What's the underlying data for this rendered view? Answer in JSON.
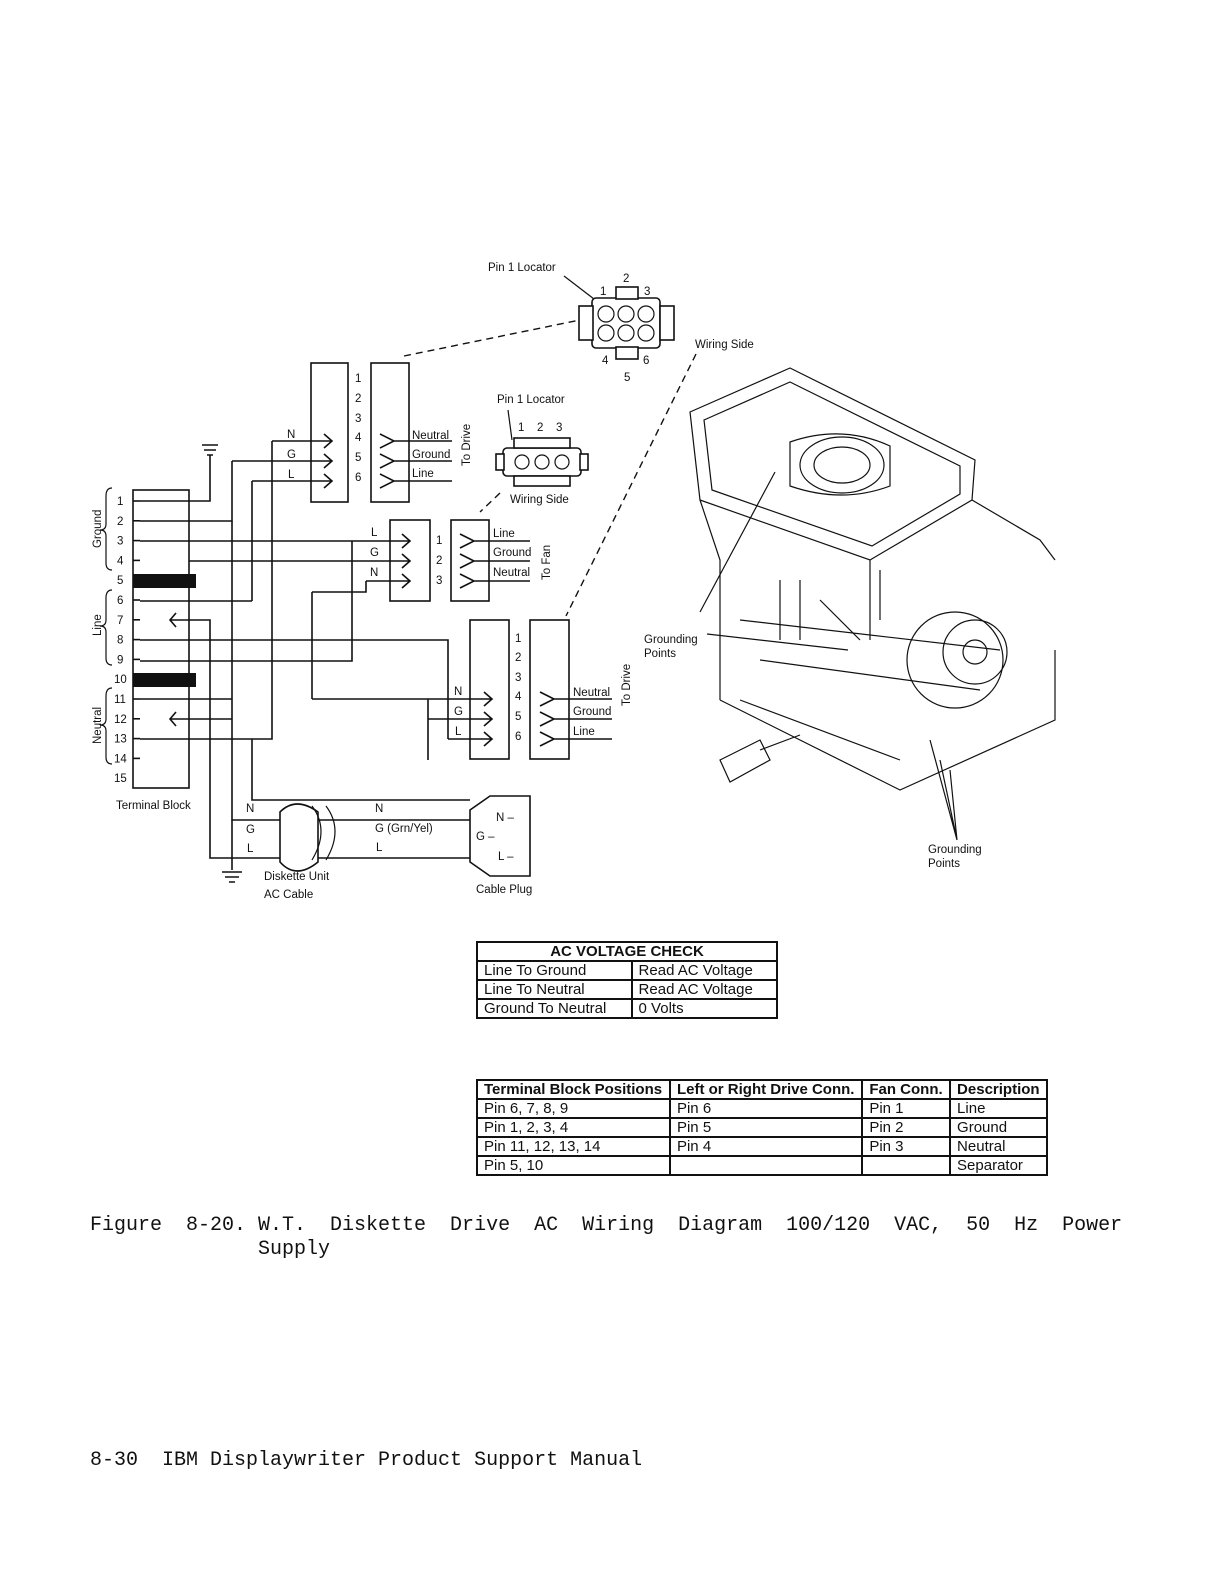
{
  "diagram": {
    "top_connector": {
      "locator": "Pin 1 Locator",
      "wiring_side": "Wiring Side",
      "pins": [
        "1",
        "2",
        "3",
        "4",
        "5",
        "6"
      ]
    },
    "fan_connector": {
      "locator": "Pin 1 Locator",
      "wiring_side": "Wiring Side",
      "pins": [
        "1",
        "2",
        "3"
      ]
    },
    "drive_conn_top": {
      "pins": [
        "1",
        "2",
        "3",
        "4",
        "5",
        "6"
      ],
      "inputs": [
        "N",
        "G",
        "L"
      ],
      "outputs": [
        "Neutral",
        "Ground",
        "Line"
      ],
      "to": "To Drive"
    },
    "fan_conn": {
      "pins": [
        "1",
        "2",
        "3"
      ],
      "inputs": [
        "L",
        "G",
        "N"
      ],
      "outputs": [
        "Line",
        "Ground",
        "Neutral"
      ],
      "to": "To Fan"
    },
    "drive_conn_bottom": {
      "pins": [
        "1",
        "2",
        "3",
        "4",
        "5",
        "6"
      ],
      "inputs": [
        "N",
        "G",
        "L"
      ],
      "outputs": [
        "Neutral",
        "Ground",
        "Line"
      ],
      "to": "To Drive"
    },
    "terminal_block": {
      "title": "Terminal Block",
      "positions": [
        "1",
        "2",
        "3",
        "4",
        "5",
        "6",
        "7",
        "8",
        "9",
        "10",
        "11",
        "12",
        "13",
        "14",
        "15"
      ],
      "groups": [
        "Ground",
        "Line",
        "Neutral"
      ]
    },
    "cable": {
      "left_labels": [
        "N",
        "G",
        "L"
      ],
      "right_labels": [
        "N",
        "G  (Grn/Yel)",
        "L"
      ],
      "name_line1": "Diskette Unit",
      "name_line2": "AC Cable",
      "plug_pins": [
        "N –",
        "G –",
        "L –"
      ],
      "plug_name": "Cable Plug"
    },
    "drawing": {
      "grounding_points_upper": [
        "Grounding",
        "Points"
      ],
      "grounding_points_lower": [
        "Grounding",
        "Points"
      ]
    }
  },
  "ac_voltage_check": {
    "title": "AC VOLTAGE CHECK",
    "rows": [
      [
        "Line To Ground",
        "Read AC Voltage"
      ],
      [
        "Line To Neutral",
        "Read AC Voltage"
      ],
      [
        "Ground To Neutral",
        "0 Volts"
      ]
    ]
  },
  "positions_table": {
    "headers": [
      "Terminal Block Positions",
      "Left or Right Drive Conn.",
      "Fan Conn.",
      "Description"
    ],
    "rows": [
      [
        "Pin 6, 7, 8, 9",
        "Pin 6",
        "Pin 1",
        "Line"
      ],
      [
        "Pin 1, 2, 3, 4",
        "Pin 5",
        "Pin 2",
        "Ground"
      ],
      [
        "Pin 11, 12, 13, 14",
        "Pin 4",
        "Pin 3",
        "Neutral"
      ],
      [
        "Pin 5, 10",
        "",
        "",
        "Separator"
      ]
    ]
  },
  "caption": {
    "line1": "Figure  8-20. W.T.  Diskette  Drive  AC  Wiring  Diagram  100/120  VAC,  50  Hz  Power",
    "line2": "Supply"
  },
  "footer": "8-30  IBM Displaywriter Product Support Manual"
}
